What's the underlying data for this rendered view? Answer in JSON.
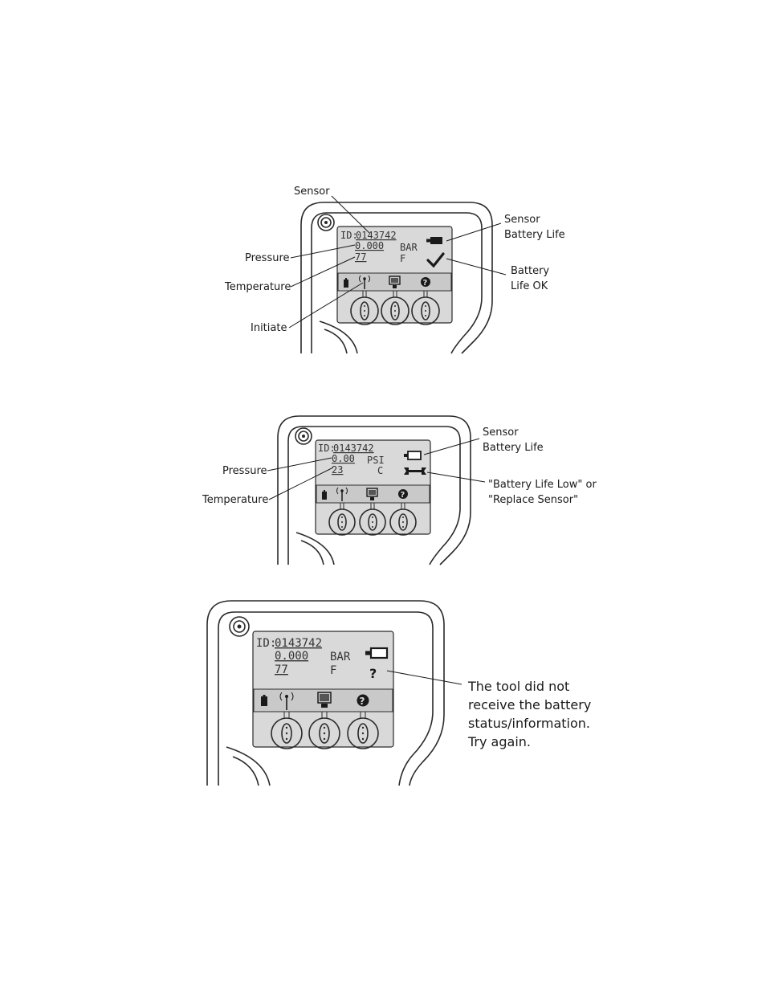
{
  "figures": [
    {
      "id": "fig1",
      "screen": {
        "id_label": "ID:",
        "sensor_id": "0143742",
        "pressure_value": "0.000",
        "pressure_unit": "BAR",
        "temperature_value": "77",
        "temperature_unit": "F",
        "battery_state": "full",
        "status_symbol": "checkmark"
      },
      "callouts": {
        "sensor": "Sensor",
        "pressure": "Pressure",
        "temperature": "Temperature",
        "initiate": "Initiate",
        "battery_life_line1": "Sensor",
        "battery_life_line2": "Battery Life",
        "status_line1": "Battery",
        "status_line2": "Life OK"
      }
    },
    {
      "id": "fig2",
      "screen": {
        "id_label": "ID:",
        "sensor_id": "0143742",
        "pressure_value": "0.00",
        "pressure_unit": "PSI",
        "temperature_value": "23",
        "temperature_unit": "C",
        "battery_state": "empty",
        "status_symbol": "wrench"
      },
      "callouts": {
        "pressure": "Pressure",
        "temperature": "Temperature",
        "battery_life_line1": "Sensor",
        "battery_life_line2": "Battery Life",
        "status_line1": "\"Battery Life Low\" or",
        "status_line2": "\"Replace Sensor\""
      }
    },
    {
      "id": "fig3",
      "screen": {
        "id_label": "ID:",
        "sensor_id": "0143742",
        "pressure_value": "0.000",
        "pressure_unit": "BAR",
        "temperature_value": "77",
        "temperature_unit": "F",
        "battery_state": "empty",
        "status_symbol": "?"
      },
      "callouts": {
        "status_line1": "The tool did not",
        "status_line2": "receive the battery",
        "status_line3": "status/information.",
        "status_line4": "Try again."
      }
    }
  ],
  "icons": {
    "power": "power-button-icon",
    "battery": "tool-battery-icon",
    "initiate": "antenna-icon",
    "monitor": "monitor-icon",
    "help": "help-icon",
    "check": "checkmark-icon",
    "wrench": "wrench-icon"
  }
}
